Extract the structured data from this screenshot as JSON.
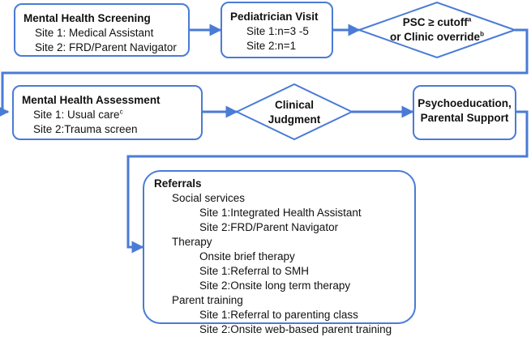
{
  "screening": {
    "title": "Mental Health Screening",
    "lines": [
      "Site 1: Medical Assistant",
      "Site 2: FRD/Parent Navigator"
    ]
  },
  "pediatrician": {
    "title": "Pediatrician Visit",
    "lines": [
      "Site 1:n=3 -5",
      "Site 2:n=1"
    ]
  },
  "psc_decision": {
    "line1": "PSC ≥ cutoff",
    "line1_sup": "a",
    "line2": "or Clinic override",
    "line2_sup": "b"
  },
  "assessment": {
    "title": "Mental Health Assessment",
    "line1": "Site 1: Usual care",
    "line1_sup": "c",
    "line2": "Site 2:Trauma screen"
  },
  "clinical_decision": {
    "line1": "Clinical",
    "line2": "Judgment"
  },
  "psychoeducation": {
    "line1": "Psychoeducation,",
    "line2": "Parental Support"
  },
  "referrals": {
    "title": "Referrals",
    "social": {
      "heading": "Social services",
      "items": [
        "Site 1:Integrated Health Assistant",
        "Site 2:FRD/Parent Navigator"
      ]
    },
    "therapy": {
      "heading": "Therapy",
      "items": [
        "Onsite brief therapy",
        "Site 1:Referral to SMH",
        "Site 2:Onsite long term therapy"
      ]
    },
    "parent": {
      "heading": "Parent training",
      "items": [
        "Site 1:Referral to parenting class",
        "Site 2:Onsite web-based parent training"
      ]
    }
  },
  "colors": {
    "accent": "#4a7bd6"
  }
}
